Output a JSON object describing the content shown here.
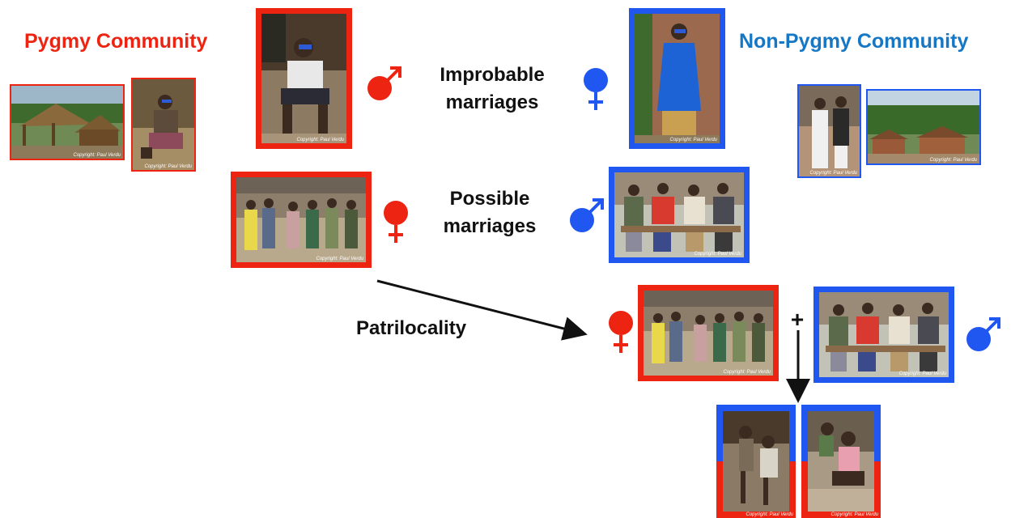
{
  "titles": {
    "left": "Pygmy Community",
    "right": "Non-Pygmy Community"
  },
  "labels": {
    "improbable": "Improbable marriages",
    "possible": "Possible marriages",
    "patrilocality": "Patrilocality",
    "plus": "+"
  },
  "photo_credit": "Copyright: Paul Verdu",
  "colors": {
    "pygmy_red": "#ee2412",
    "non_pygmy_blue": "#1f57f0",
    "title_blue": "#1677c4",
    "arrow": "#111111"
  },
  "symbols": {
    "male": "male-symbol",
    "female": "female-symbol"
  }
}
